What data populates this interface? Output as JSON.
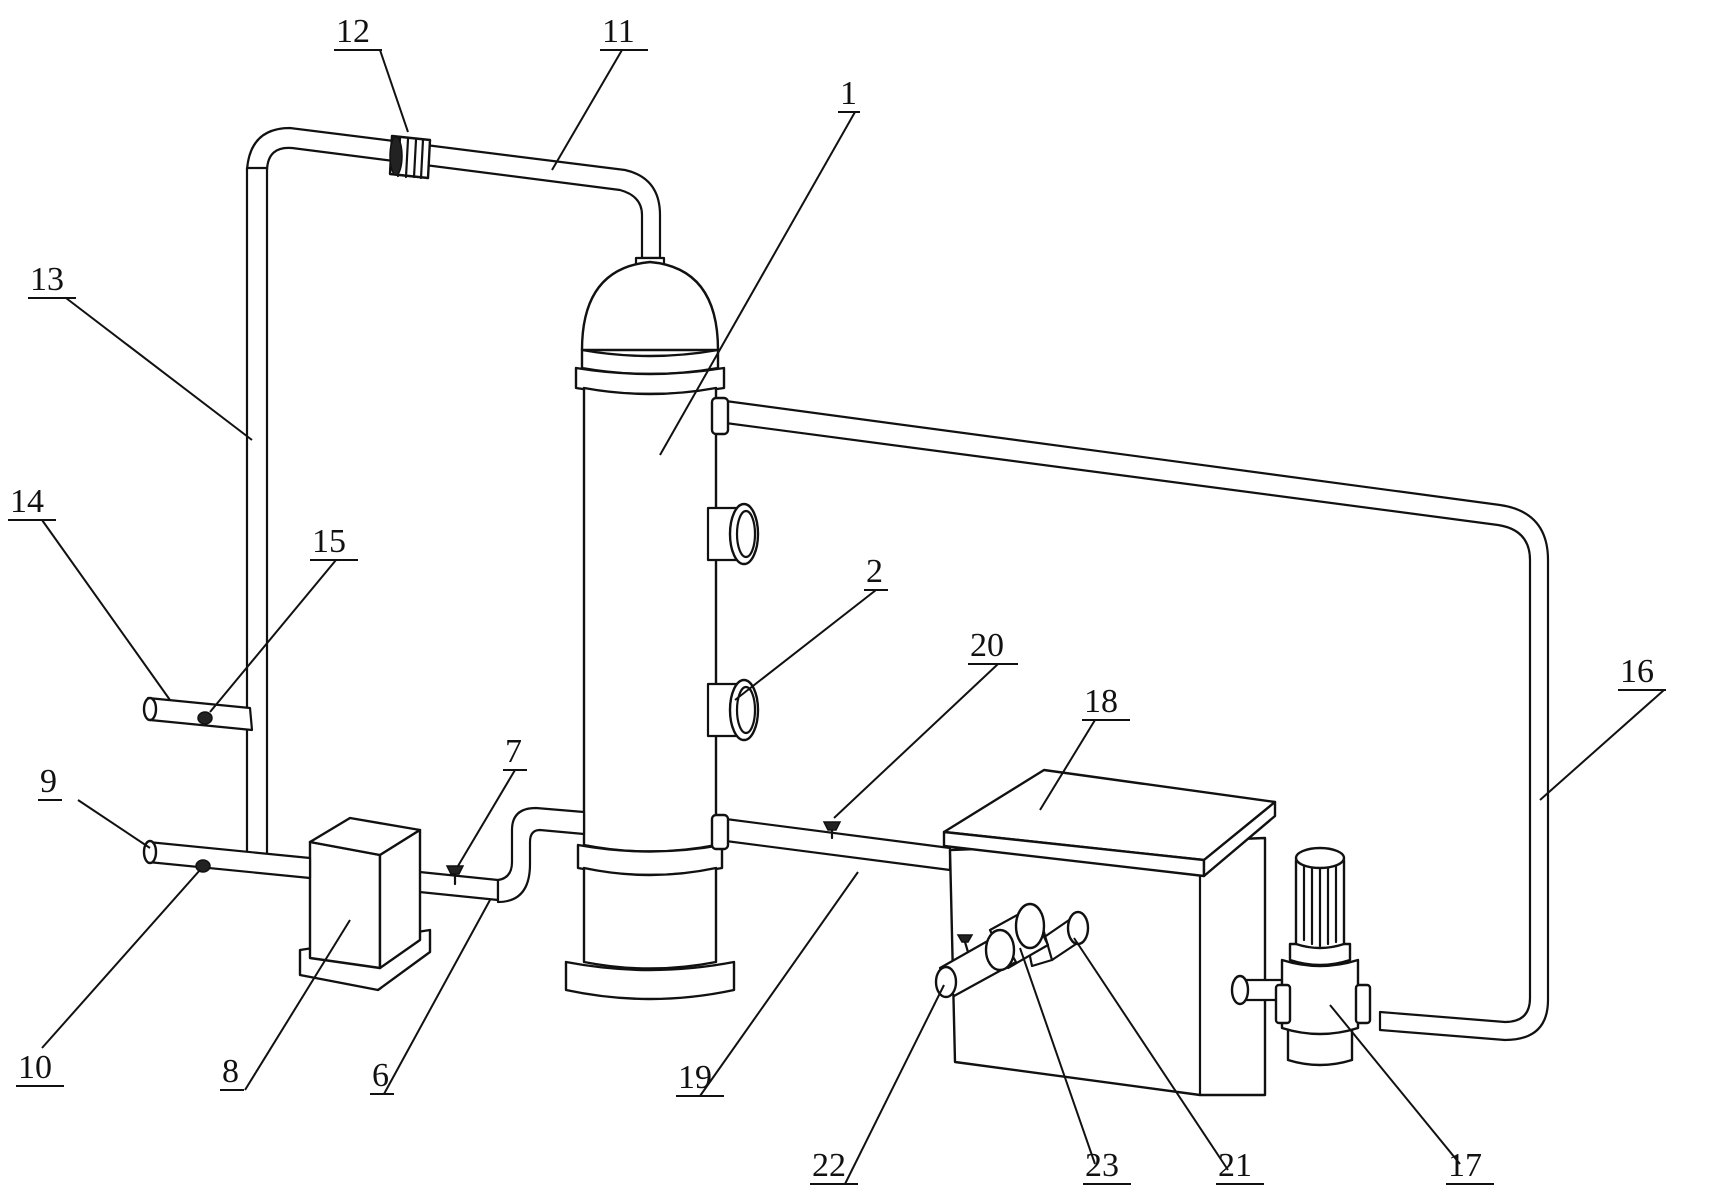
{
  "labels": {
    "l1": "1",
    "l2": "2",
    "l6": "6",
    "l7": "7",
    "l8": "8",
    "l9": "9",
    "l10": "10",
    "l11": "11",
    "l12": "12",
    "l13": "13",
    "l14": "14",
    "l15": "15",
    "l16": "16",
    "l17": "17",
    "l18": "18",
    "l19": "19",
    "l20": "20",
    "l21": "21",
    "l22": "22",
    "l23": "23"
  }
}
